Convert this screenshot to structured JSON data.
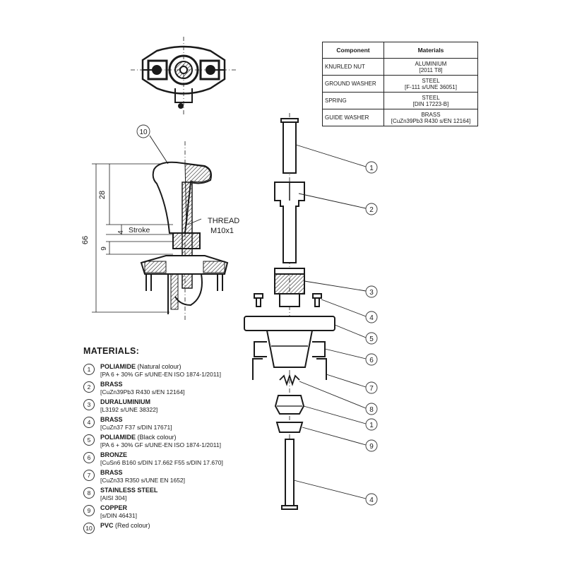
{
  "table": {
    "headers": {
      "component": "Component",
      "materials": "Materials"
    },
    "rows": [
      {
        "component": "KNURLED NUT",
        "material_line1": "ALUMINIUM",
        "material_line2": "[2011 T8]"
      },
      {
        "component": "GROUND WASHER",
        "material_line1": "STEEL",
        "material_line2": "[F-111 s/UNE 36051]"
      },
      {
        "component": "SPRING",
        "material_line1": "STEEL",
        "material_line2": "[DIN 17223-B]"
      },
      {
        "component": "GUIDE WASHER",
        "material_line1": "BRASS",
        "material_line2": "[CuZn39Pb3 R430 s/EN 12164]"
      }
    ]
  },
  "section_drawing": {
    "thread_label": "THREAD",
    "thread_spec": "M10x1",
    "stroke_label": "Stroke",
    "dimensions": {
      "overall": "66",
      "upper": "28",
      "stroke": "4",
      "lower": "9"
    },
    "callout": "10"
  },
  "exploded_callouts": [
    "1",
    "2",
    "3",
    "4",
    "5",
    "6",
    "7",
    "8",
    "1",
    "9",
    "4"
  ],
  "materials": {
    "heading": "MATERIALS:",
    "items": [
      {
        "num": "1",
        "name": "POLIAMIDE",
        "note": "(Natural colour)",
        "spec": "[PA 6 + 30% GF s/UNE-EN ISO 1874-1/2011]"
      },
      {
        "num": "2",
        "name": "BRASS",
        "note": "",
        "spec": "[CuZn39Pb3 R430 s/EN 12164]"
      },
      {
        "num": "3",
        "name": "DURALUMINIUM",
        "note": "",
        "spec": "[L3192 s/UNE 38322]"
      },
      {
        "num": "4",
        "name": "BRASS",
        "note": "",
        "spec": "[CuZn37 F37 s/DIN 17671]"
      },
      {
        "num": "5",
        "name": "POLIAMIDE",
        "note": "(Black colour)",
        "spec": "[PA 6 + 30% GF s/UNE-EN ISO 1874-1/2011]"
      },
      {
        "num": "6",
        "name": "BRONZE",
        "note": "",
        "spec": "[CuSn6 B160 s/DIN 17.662 F55 s/DIN 17.670]"
      },
      {
        "num": "7",
        "name": "BRASS",
        "note": "",
        "spec": "[CuZn33 R350 s/UNE EN 1652]"
      },
      {
        "num": "8",
        "name": "STAINLESS STEEL",
        "note": "",
        "spec": "[AISI 304]"
      },
      {
        "num": "9",
        "name": "COPPER",
        "note": "",
        "spec": "[s/DIN 46431]"
      },
      {
        "num": "10",
        "name": "PVC",
        "note": "(Red colour)",
        "spec": ""
      }
    ]
  }
}
